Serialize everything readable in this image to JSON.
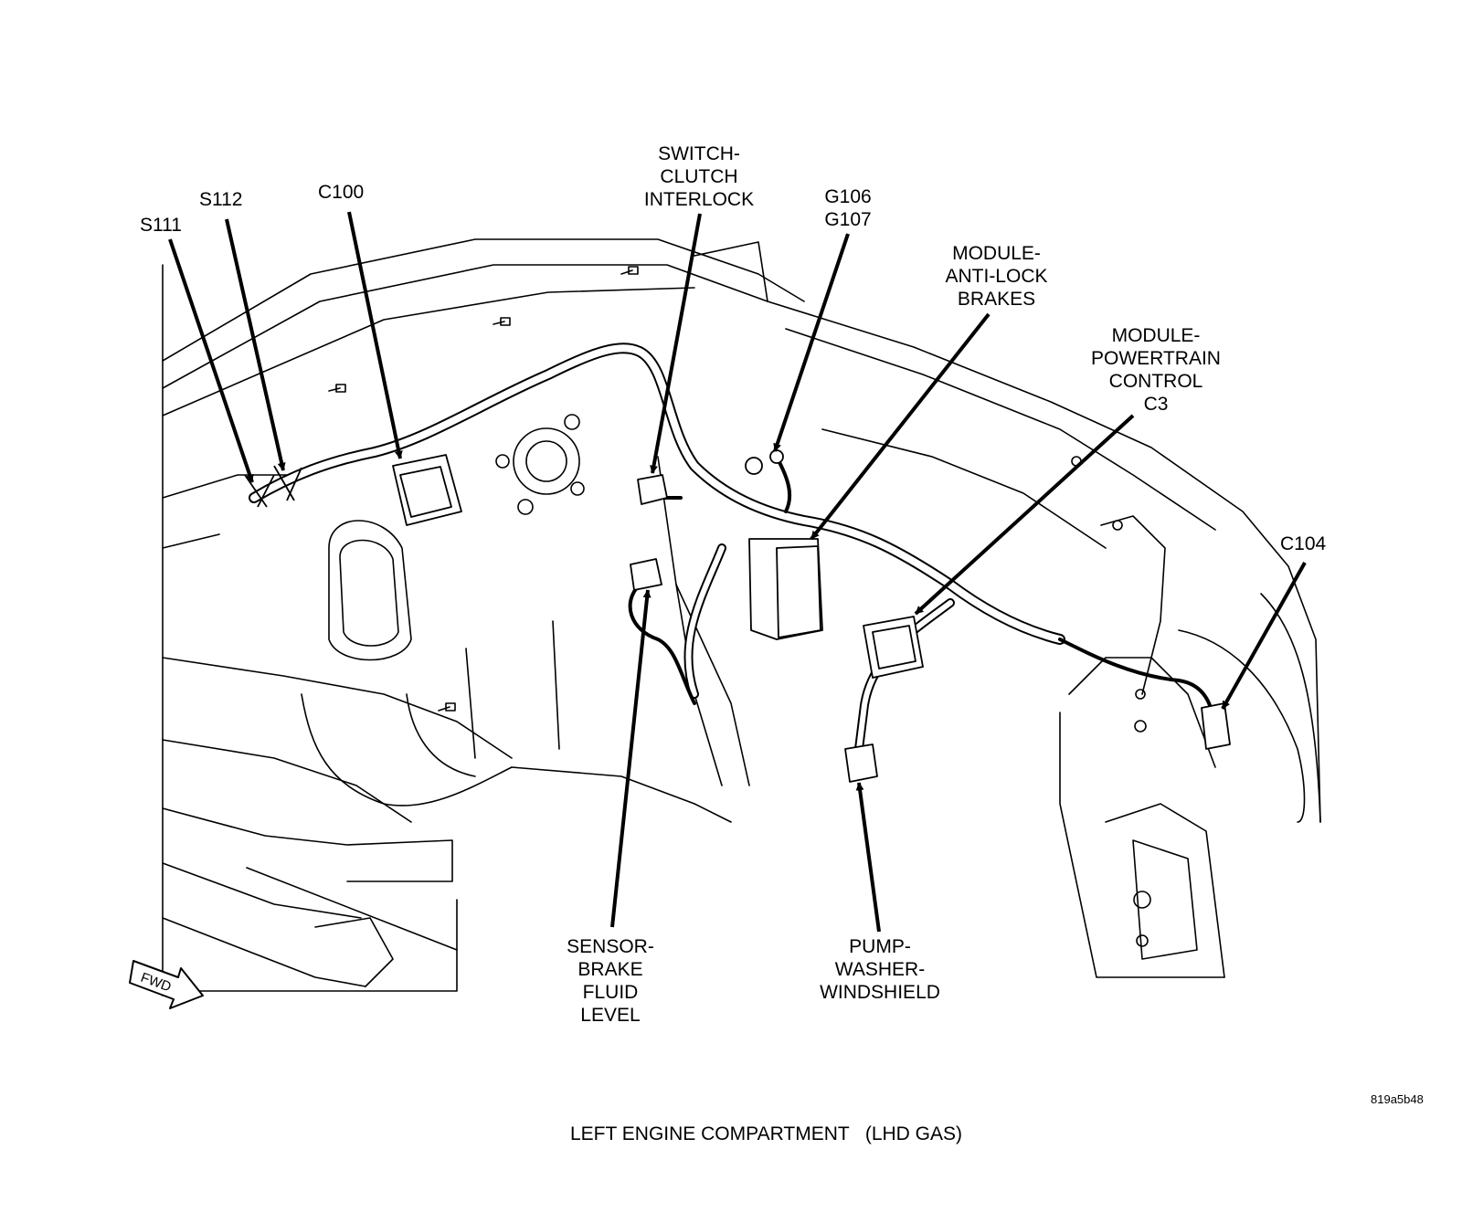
{
  "labels": {
    "s111": "S111",
    "s112": "S112",
    "c100": "C100",
    "switch_clutch": [
      "SWITCH-",
      "CLUTCH",
      "INTERLOCK"
    ],
    "g106_g107": [
      "G106",
      "G107"
    ],
    "abs_module": [
      "MODULE-",
      "ANTI-LOCK",
      "BRAKES"
    ],
    "pcm": [
      "MODULE-",
      "POWERTRAIN",
      "CONTROL",
      "C3"
    ],
    "c104": "C104",
    "brake_sensor": [
      "SENSOR-",
      "BRAKE",
      "FLUID",
      "LEVEL"
    ],
    "washer_pump": [
      "PUMP-",
      "WASHER-",
      "WINDSHIELD"
    ]
  },
  "fwd_label": "FWD",
  "image_id": "819a5b48",
  "caption": "LEFT ENGINE COMPARTMENT   (LHD GAS)",
  "colors": {
    "ink": "#000000",
    "paper": "#ffffff"
  }
}
